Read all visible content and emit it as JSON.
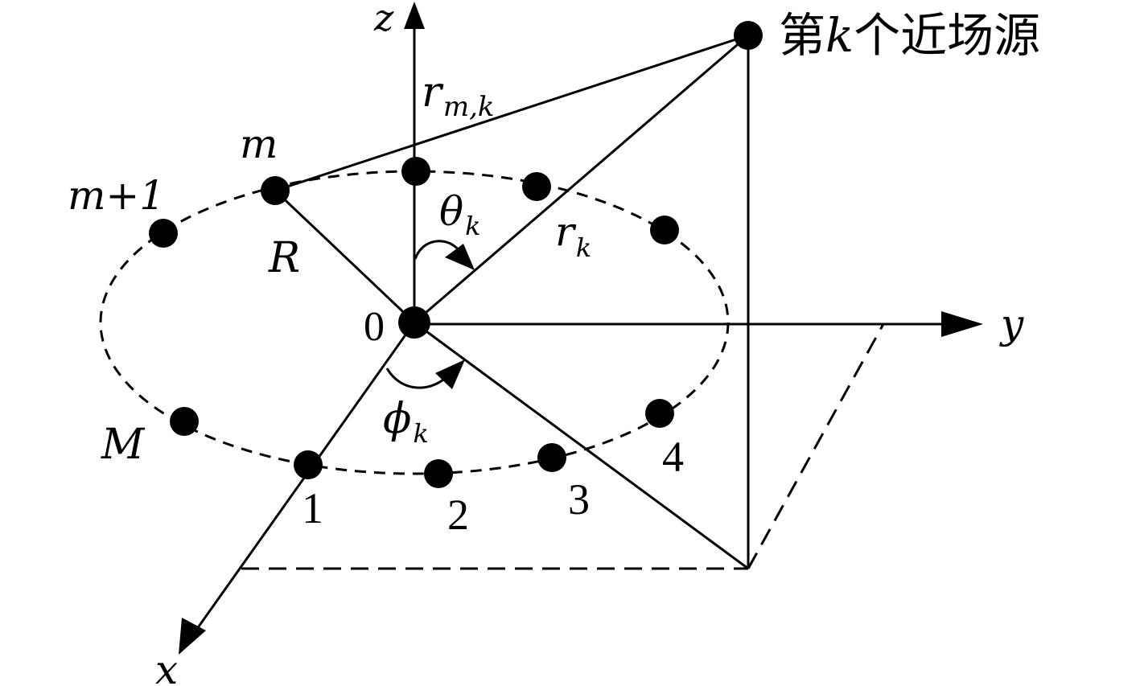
{
  "labels": {
    "z": "z",
    "y": "y",
    "x": "x",
    "origin": "0",
    "source_prefix": "第",
    "source_k": "k",
    "source_suffix": "个近场源",
    "r": "r",
    "r_sub": "m,k",
    "m": "m",
    "m_plus_1": "m+1",
    "big_r": "R",
    "theta": "θ",
    "theta_sub": "k",
    "rk": "r",
    "rk_sub": "k",
    "phi": "ϕ",
    "phi_sub": "k",
    "big_m": "M",
    "n1": "1",
    "n2": "2",
    "n3": "3",
    "n4": "4"
  }
}
